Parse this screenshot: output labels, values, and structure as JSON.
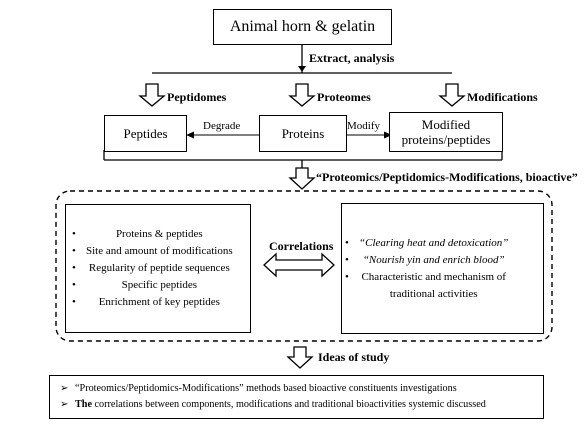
{
  "top_box": "Animal horn & gelatin",
  "extract_label": "Extract, analysis",
  "branch_labels": [
    "Peptidomes",
    "Proteomes",
    "Modifications"
  ],
  "boxes": {
    "peptides": "Peptides",
    "proteins": "Proteins",
    "modified_line1": "Modified",
    "modified_line2": "proteins/peptides"
  },
  "edge_labels": {
    "degrade": "Degrade",
    "modify": "Modify"
  },
  "approach_label": "“Proteomics/Peptidomics-Modifications, bioactive”",
  "left_items": [
    "Proteins & peptides",
    "Site and amount of modifications",
    "Regularity of peptide sequences",
    "Specific peptides",
    "Enrichment of key peptides"
  ],
  "correlations_label": "Correlations",
  "right_items": [
    "“Clearing heat and detoxication”",
    "“Nourish yin and enrich blood”",
    "Characteristic and mechanism of",
    "traditional activities"
  ],
  "ideas_label": "Ideas of study",
  "bottom_items": [
    {
      "marker": "➢",
      "lead": "",
      "text": "“Proteomics/Peptidomics-Modifications” methods based bioactive constituents investigations"
    },
    {
      "marker": "➢",
      "lead": "The",
      "text": " correlations between components, modifications and traditional bioactivities systemic discussed"
    }
  ]
}
